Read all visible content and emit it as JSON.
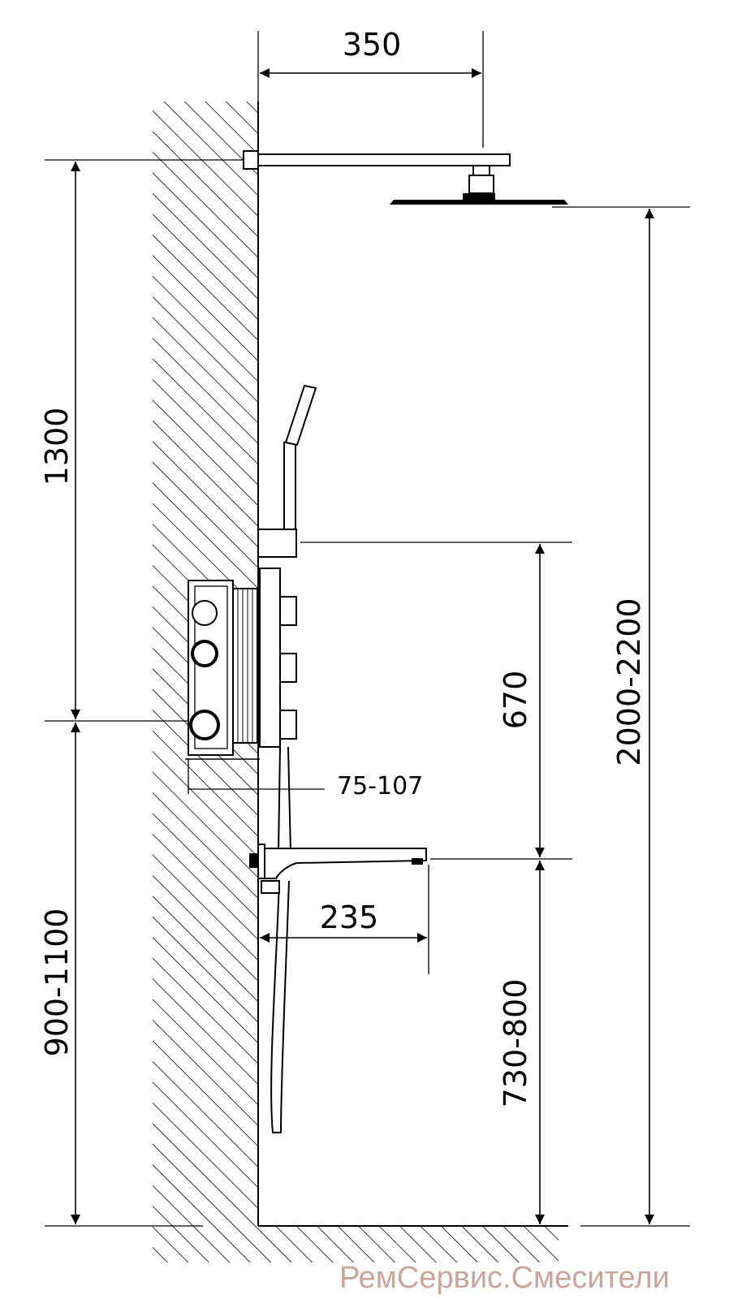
{
  "dimensions": {
    "arm_length": "350",
    "arm_height_above_valve": "1300",
    "valve_height_from_floor": "900-1100",
    "box_depth": "75-107",
    "valve_to_spout": "670",
    "spout_projection": "235",
    "spout_height_from_floor": "730-800",
    "shower_head_height": "2000-2200"
  },
  "watermark": "РемСервис.Смесители",
  "colors": {
    "line": "#000000",
    "watermark": "#c9a59a"
  }
}
